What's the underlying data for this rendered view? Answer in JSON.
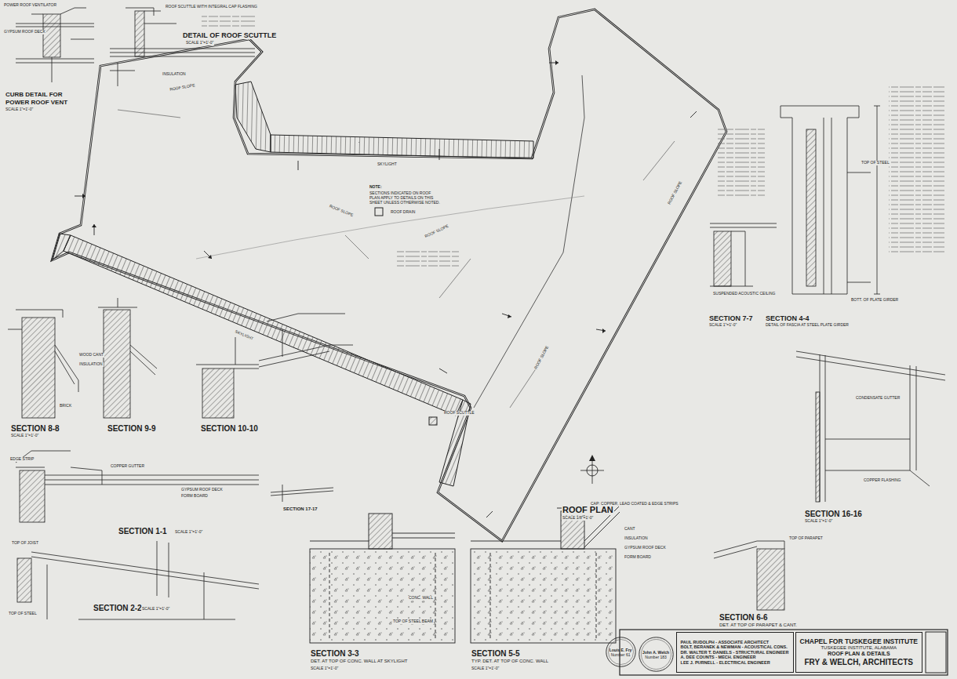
{
  "diagram": {
    "nodes": [
      {
        "text": [
          "Louis E. Fry",
          "Number 61"
        ]
      },
      {
        "text": [
          "John A. Welch",
          "Number 183"
        ]
      },
      {
        "text": [
          "PAUL RUDOLPH - ASSOCIATE ARCHITECT",
          "BOLT, BERANEK & NEWMAN - ACOUSTICAL CONS.",
          "DR. WALTER T. DANIELS - STRUCTURAL ENGINEER",
          "A. DEE COUNTS - MECH. ENGINEER",
          "LEE J. PURNELL - ELECTRICAL ENGINEER"
        ]
      },
      {
        "text": [
          "CHAPEL FOR TUSKEGEE INSTITUTE",
          "TUSKEGEE INSTITUTE, ALABAMA",
          "ROOF PLAN & DETAILS",
          "FRY & WELCH, ARCHITECTS"
        ]
      }
    ],
    "labels": [
      "DETAIL OF ROOF SCUTTLE",
      "SCALE 1\"=1'-0\"",
      "CURB DETAIL FOR",
      "POWER ROOF VENT",
      "SCALE 1\"=1'-0\"",
      "POWER ROOF VENTILATOR",
      "ROOF SCUTTLE WITH INTEGRAL CAP FLASHING",
      "GYPSUM ROOF DECK",
      "INSULATION",
      "ROOF PLAN",
      "SCALE 1/8\"=1'-0\"",
      "NOTE:",
      "SECTIONS INDICATED ON ROOF PLAN APPLY TO DETAILS ON THIS SHEET UNLESS OTHERWISE NOTED.",
      "ROOF SLOPE",
      "ROOF SLOPE",
      "ROOF SLOPE",
      "ROOF SLOPE",
      "ROOF SLOPE",
      "SKYLIGHT",
      "SKYLIGHT",
      "ROOF SCUTTLE",
      "ROOF DRAIN",
      "SECTION 7-7",
      "SCALE 1\"=1'-0\"",
      "SECTION 4-4",
      "DETAIL OF FASCIA AT STEEL PLATE GIRDER",
      "SUSPENDED ACOUSTIC CEILING",
      "BOTT. OF PLATE GIRDER",
      "TOP OF STEEL",
      "SECTION 8-8",
      "SCALE 1\"=1'-0\"",
      "SECTION 9-9",
      "SECTION 10-10",
      "WOOD CANT",
      "INSULATION",
      "BRICK",
      "EDGE STRIP",
      "COPPER GUTTER",
      "GYPSUM ROOF DECK",
      "FORM BOARD",
      "SECTION 1-1",
      "SCALE 1\"=1'-0\"",
      "SECTION 17-17",
      "SECTION 2-2",
      "SCALE 1\"=1'-0\"",
      "TOP OF JOIST",
      "TOP OF STEEL",
      "SECTION 3-3",
      "DET. AT TOP OF CONC. WALL AT SKYLIGHT",
      "SCALE 1\"=1'-0\"",
      "CONC. WALL",
      "TOP OF STEEL BEAM",
      "SECTION 5-5",
      "TYP. DET. AT TOP OF CONC. WALL",
      "SCALE 1\"=1'-0\"",
      "CAP: COPPER, LEAD COATED & EDGE STRIPS",
      "CANT",
      "INSULATION",
      "GYPSUM ROOF DECK",
      "FORM BOARD",
      "SECTION 6-6",
      "DET. AT TOP OF PARAPET & CANT.",
      "TOP OF PARAPET",
      "SECTION 16-16",
      "SCALE 1\"=1'-0\"",
      "CONDENSATE GUTTER",
      "COPPER FLASHING"
    ]
  }
}
